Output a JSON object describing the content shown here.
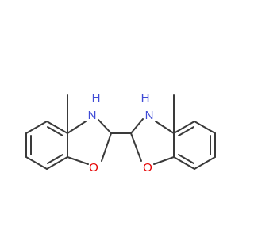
{
  "molecule": {
    "atoms": {
      "n1": "N",
      "h1": "H",
      "o1": "O",
      "n2": "N",
      "h2": "H",
      "o2": "O"
    },
    "colors": {
      "bond": "#3a3a3a",
      "nitrogen": "#3f4bd6",
      "oxygen": "#e60000",
      "background": "#ffffff"
    }
  }
}
